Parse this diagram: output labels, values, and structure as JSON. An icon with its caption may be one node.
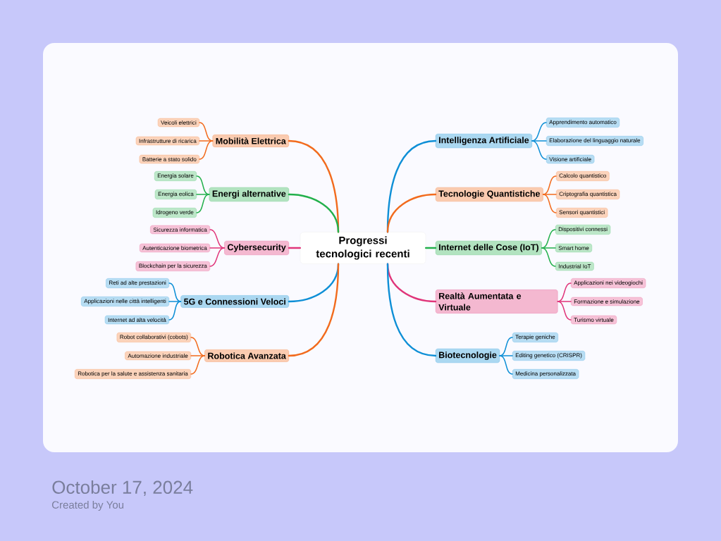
{
  "diagram": {
    "nodes": [
      {
        "text": [
          "Progressi tecnologici recenti"
        ]
      },
      {
        "text": [
          "Mobilità Elettrica"
        ]
      },
      {
        "text": [
          "Veicoli elettrici"
        ]
      },
      {
        "text": [
          "Infrastrutture di ricarica"
        ]
      },
      {
        "text": [
          "Batterie a stato solido"
        ]
      },
      {
        "text": [
          "Energi alternative"
        ]
      },
      {
        "text": [
          "Energia solare"
        ]
      },
      {
        "text": [
          "Energia eolica"
        ]
      },
      {
        "text": [
          "Idrogeno verde"
        ]
      },
      {
        "text": [
          "Cybersecurity"
        ]
      },
      {
        "text": [
          "Sicurezza informatica"
        ]
      },
      {
        "text": [
          "Autenticazione biometrica"
        ]
      },
      {
        "text": [
          "Blockchain per la sicurezza"
        ]
      },
      {
        "text": [
          "5G e Connessioni Veloci"
        ]
      },
      {
        "text": [
          "Reti ad alte prestazioni"
        ]
      },
      {
        "text": [
          "Applicazioni nelle città intelligenti"
        ]
      },
      {
        "text": [
          "Internet ad alta velocità"
        ]
      },
      {
        "text": [
          "Robotica Avanzata"
        ]
      },
      {
        "text": [
          "Robot collaborativi (cobots)"
        ]
      },
      {
        "text": [
          "Automazione industriale"
        ]
      },
      {
        "text": [
          "Robotica per la salute e assistenza sanitaria"
        ]
      },
      {
        "text": [
          "Intelligenza Artificiale"
        ]
      },
      {
        "text": [
          "Apprendimento automatico"
        ]
      },
      {
        "text": [
          "Elaborazione del linguaggio naturale"
        ]
      },
      {
        "text": [
          "Visione artificiale"
        ]
      },
      {
        "text": [
          "Tecnologie Quantistiche"
        ]
      },
      {
        "text": [
          "Calcolo quantistico"
        ]
      },
      {
        "text": [
          "Criptografia quantistica"
        ]
      },
      {
        "text": [
          "Sensori quantistici"
        ]
      },
      {
        "text": [
          "Internet delle Cose (IoT)"
        ]
      },
      {
        "text": [
          "Dispositivi connessi"
        ]
      },
      {
        "text": [
          "Smart home"
        ]
      },
      {
        "text": [
          "Industrial IoT"
        ]
      },
      {
        "text": [
          "Realtà Aumentata e Virtuale"
        ]
      },
      {
        "text": [
          "Applicazioni nei videogiochi"
        ]
      },
      {
        "text": [
          "Formazione e simulazione"
        ]
      },
      {
        "text": [
          "Turismo virtuale"
        ]
      },
      {
        "text": [
          "Biotecnologie"
        ]
      },
      {
        "text": [
          "Terapie geniche"
        ]
      },
      {
        "text": [
          "Editing genetico (CRISPR)"
        ]
      },
      {
        "text": [
          "Medicina personalizzata"
        ]
      }
    ],
    "edges": [
      {
        "from": 0,
        "to": 1,
        "arrow": "none",
        "color": "#f26b1d"
      },
      {
        "from": 1,
        "to": 2,
        "arrow": "none",
        "color": "#f26b1d"
      },
      {
        "from": 1,
        "to": 3,
        "arrow": "none",
        "color": "#f26b1d"
      },
      {
        "from": 1,
        "to": 4,
        "arrow": "none",
        "color": "#f26b1d"
      },
      {
        "from": 0,
        "to": 5,
        "arrow": "none",
        "color": "#22b04b"
      },
      {
        "from": 5,
        "to": 6,
        "arrow": "none",
        "color": "#22b04b"
      },
      {
        "from": 5,
        "to": 7,
        "arrow": "none",
        "color": "#22b04b"
      },
      {
        "from": 5,
        "to": 8,
        "arrow": "none",
        "color": "#22b04b"
      },
      {
        "from": 0,
        "to": 9,
        "arrow": "none",
        "color": "#e0357a"
      },
      {
        "from": 9,
        "to": 10,
        "arrow": "none",
        "color": "#e0357a"
      },
      {
        "from": 9,
        "to": 11,
        "arrow": "none",
        "color": "#e0357a"
      },
      {
        "from": 9,
        "to": 12,
        "arrow": "none",
        "color": "#e0357a"
      },
      {
        "from": 0,
        "to": 13,
        "arrow": "none",
        "color": "#0e8fd6"
      },
      {
        "from": 13,
        "to": 14,
        "arrow": "none",
        "color": "#0e8fd6"
      },
      {
        "from": 13,
        "to": 15,
        "arrow": "none",
        "color": "#0e8fd6"
      },
      {
        "from": 13,
        "to": 16,
        "arrow": "none",
        "color": "#0e8fd6"
      },
      {
        "from": 0,
        "to": 17,
        "arrow": "none",
        "color": "#f26b1d"
      },
      {
        "from": 17,
        "to": 18,
        "arrow": "none",
        "color": "#f26b1d"
      },
      {
        "from": 17,
        "to": 19,
        "arrow": "none",
        "color": "#f26b1d"
      },
      {
        "from": 17,
        "to": 20,
        "arrow": "none",
        "color": "#f26b1d"
      },
      {
        "from": 0,
        "to": 21,
        "arrow": "none",
        "color": "#0e8fd6"
      },
      {
        "from": 21,
        "to": 22,
        "arrow": "none",
        "color": "#0e8fd6"
      },
      {
        "from": 21,
        "to": 23,
        "arrow": "none",
        "color": "#0e8fd6"
      },
      {
        "from": 21,
        "to": 24,
        "arrow": "none",
        "color": "#0e8fd6"
      },
      {
        "from": 0,
        "to": 25,
        "arrow": "none",
        "color": "#f26b1d"
      },
      {
        "from": 25,
        "to": 26,
        "arrow": "none",
        "color": "#f26b1d"
      },
      {
        "from": 25,
        "to": 27,
        "arrow": "none",
        "color": "#f26b1d"
      },
      {
        "from": 25,
        "to": 28,
        "arrow": "none",
        "color": "#f26b1d"
      },
      {
        "from": 0,
        "to": 29,
        "arrow": "none",
        "color": "#22b04b"
      },
      {
        "from": 29,
        "to": 30,
        "arrow": "none",
        "color": "#22b04b"
      },
      {
        "from": 29,
        "to": 31,
        "arrow": "none",
        "color": "#22b04b"
      },
      {
        "from": 29,
        "to": 32,
        "arrow": "none",
        "color": "#22b04b"
      },
      {
        "from": 0,
        "to": 33,
        "arrow": "none",
        "color": "#e0357a"
      },
      {
        "from": 33,
        "to": 34,
        "arrow": "none",
        "color": "#e0357a"
      },
      {
        "from": 33,
        "to": 35,
        "arrow": "none",
        "color": "#e0357a"
      },
      {
        "from": 33,
        "to": 36,
        "arrow": "none",
        "color": "#e0357a"
      },
      {
        "from": 0,
        "to": 37,
        "arrow": "none",
        "color": "#0e8fd6"
      },
      {
        "from": 37,
        "to": 38,
        "arrow": "none",
        "color": "#0e8fd6"
      },
      {
        "from": 37,
        "to": 39,
        "arrow": "none",
        "color": "#0e8fd6"
      },
      {
        "from": 37,
        "to": 40,
        "arrow": "none",
        "color": "#0e8fd6"
      }
    ],
    "labels": [
      "October 17, 2024",
      "Created by You"
    ]
  }
}
